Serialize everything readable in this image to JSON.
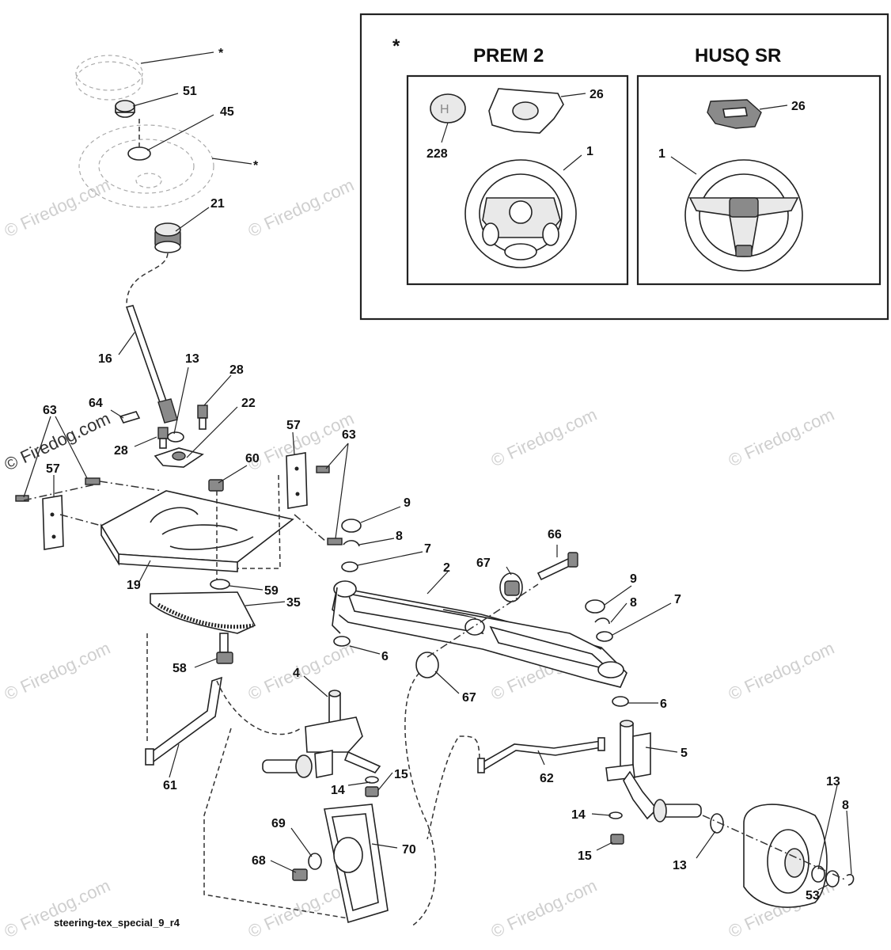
{
  "inset": {
    "marker": "*",
    "panels": [
      {
        "title": "PREM 2"
      },
      {
        "title": "HUSQ SR"
      }
    ]
  },
  "callouts": {
    "star_cap": "*",
    "n51": "51",
    "n45": "45",
    "star_wheel": "*",
    "n21": "21",
    "n16": "16",
    "n13a": "13",
    "n28a": "28",
    "n64": "64",
    "n63a": "63",
    "n28b": "28",
    "n22": "22",
    "n57a": "57",
    "n63b": "63",
    "n60": "60",
    "n57b": "57",
    "n19": "19",
    "n59": "59",
    "n35": "35",
    "n58": "58",
    "n61": "61",
    "n4": "4",
    "n14a": "14",
    "n15a": "15",
    "n9a": "9",
    "n8a": "8",
    "n7a": "7",
    "n2": "2",
    "n66": "66",
    "n67a": "67",
    "n6a": "6",
    "n67b": "67",
    "n9b": "9",
    "n8b": "8",
    "n7b": "7",
    "n6b": "6",
    "n5": "5",
    "n62": "62",
    "n14b": "14",
    "n15b": "15",
    "n13b": "13",
    "n13c": "13",
    "n8c": "8",
    "n53": "53",
    "n69": "69",
    "n68": "68",
    "n70": "70",
    "p1_26": "26",
    "p1_228": "228",
    "p1_1": "1",
    "p2_26": "26",
    "p2_1": "1"
  },
  "watermark": "© Firedog.com",
  "caption": "steering-tex_special_9_r4"
}
